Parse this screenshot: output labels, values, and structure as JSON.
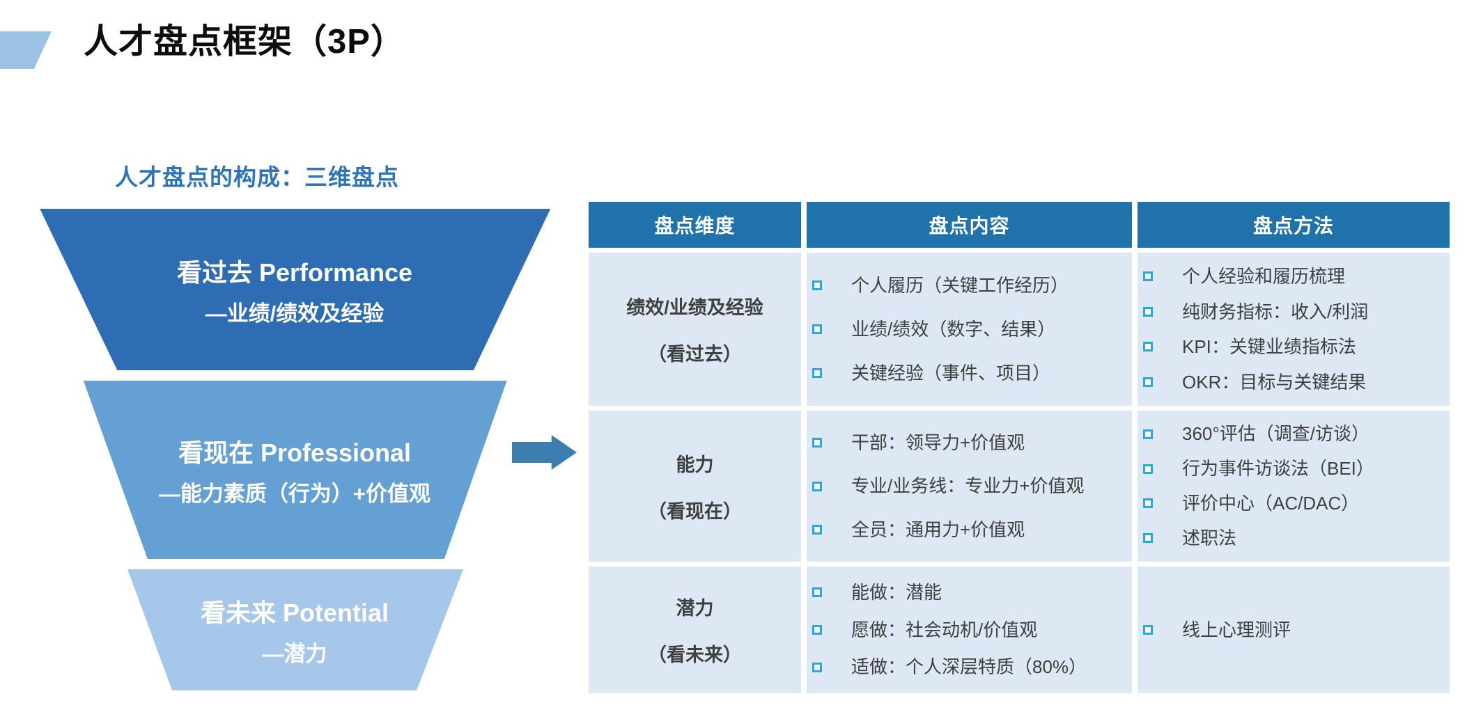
{
  "title": "人才盘点框架（3P）",
  "funnel": {
    "heading": "人才盘点的构成：三维盘点",
    "levels": [
      {
        "line1": "看过去 Performance",
        "line2": "—业绩/绩效及经验",
        "color": "#2E6DB4"
      },
      {
        "line1": "看现在 Professional",
        "line2": "—能力素质（行为）+价值观",
        "color": "#64A0D3"
      },
      {
        "line1": "看未来 Potential",
        "line2": "—潜力",
        "color": "#A6C7E9"
      }
    ]
  },
  "icons": {
    "right_arrow": "css-block-arrow-right",
    "bullet": "hollow-square"
  },
  "table": {
    "headers": [
      "盘点维度",
      "盘点内容",
      "盘点方法"
    ],
    "rows": [
      {
        "dimension": "绩效/业绩及经验",
        "dimension_note": "（看过去）",
        "contents": [
          "个人履历（关键工作经历）",
          "业绩/绩效（数字、结果）",
          "关键经验（事件、项目）"
        ],
        "methods": [
          "个人经验和履历梳理",
          "纯财务指标：收入/利润",
          "KPI：关键业绩指标法",
          "OKR：目标与关键结果"
        ]
      },
      {
        "dimension": "能力",
        "dimension_note": "（看现在）",
        "contents": [
          "干部：领导力+价值观",
          "专业/业务线：专业力+价值观",
          "全员：通用力+价值观"
        ],
        "methods": [
          "360°评估（调查/访谈）",
          "行为事件访谈法（BEI）",
          "评价中心（AC/DAC）",
          "述职法"
        ]
      },
      {
        "dimension": "潜力",
        "dimension_note": "（看未来）",
        "contents": [
          "能做：潜能",
          "愿做：社会动机/价值观",
          "适做：个人深层特质（80%）"
        ],
        "methods": [
          "线上心理测评"
        ]
      }
    ]
  },
  "colors": {
    "deco": "#9CC3E6",
    "subtitle": "#2E74B6",
    "arrow": "#3C7EB0",
    "table_header_bg": "#1F72AA",
    "table_row_bg": "#DDE8F4",
    "bullet": "#29A7E1",
    "text": "#3F3F3F"
  }
}
